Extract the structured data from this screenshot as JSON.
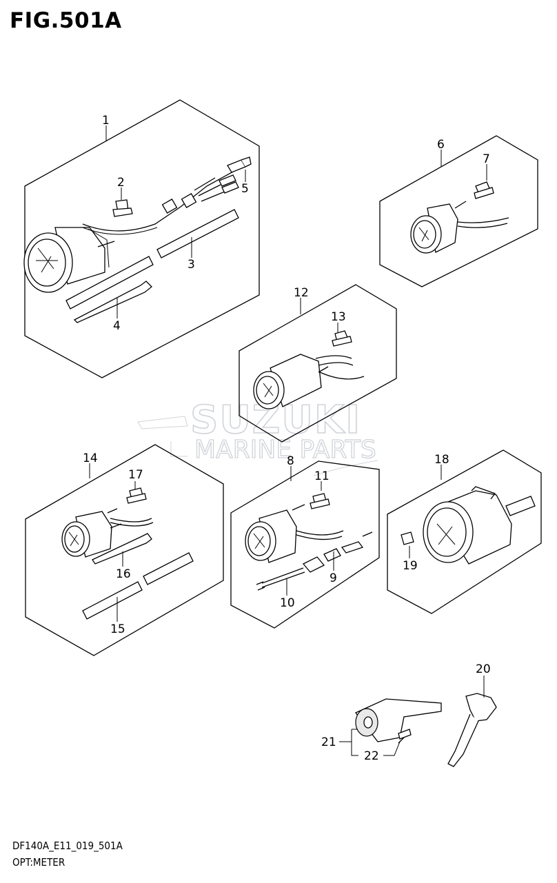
{
  "figure_title": "FIG.501A",
  "footer": {
    "model_code": "DF140A_E11_019_501A",
    "section_name": "OPT:METER"
  },
  "watermark": {
    "line1": "SUZUKI",
    "line2": "MARINE PARTS"
  },
  "part_labels": {
    "p1": "1",
    "p2": "2",
    "p3": "3",
    "p4": "4",
    "p5": "5",
    "p6": "6",
    "p7": "7",
    "p8": "8",
    "p9": "9",
    "p10": "10",
    "p11": "11",
    "p12": "12",
    "p13": "13",
    "p14": "14",
    "p15": "15",
    "p16": "16",
    "p17": "17",
    "p18": "18",
    "p19": "19",
    "p20": "20",
    "p21": "21",
    "p22": "22"
  }
}
